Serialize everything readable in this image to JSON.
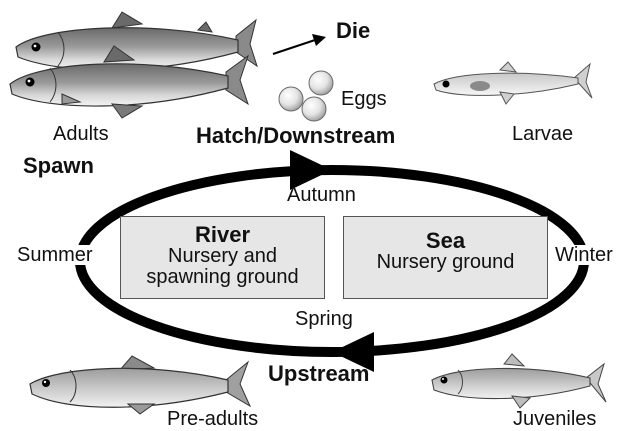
{
  "events": {
    "die": "Die",
    "eggs": "Eggs",
    "hatch_downstream": "Hatch/Downstream",
    "spawn": "Spawn",
    "upstream": "Upstream"
  },
  "stages": {
    "adults": "Adults",
    "larvae": "Larvae",
    "pre_adults": "Pre-adults",
    "juveniles": "Juveniles"
  },
  "seasons": {
    "autumn": "Autumn",
    "summer": "Summer",
    "winter": "Winter",
    "spring": "Spring"
  },
  "habitats": {
    "river": {
      "title": "River",
      "line1": "Nursery and",
      "line2": "spawning ground"
    },
    "sea": {
      "title": "Sea",
      "line1": "Nursery ground"
    }
  }
}
